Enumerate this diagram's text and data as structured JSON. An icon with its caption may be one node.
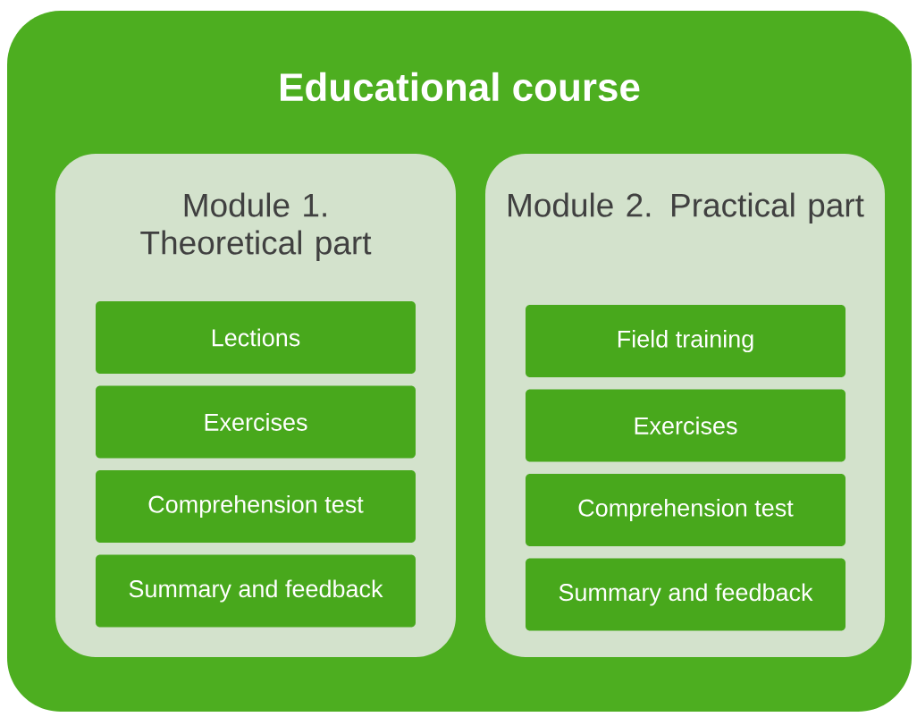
{
  "diagram": {
    "nodes": [
      {
        "text": [
          "Educational course"
        ]
      },
      {
        "text": [
          "Module 1. Theoretical part"
        ],
        "in": 0
      },
      {
        "text": [
          "Lections"
        ],
        "in": 1
      },
      {
        "text": [
          "Exercises"
        ],
        "in": 1
      },
      {
        "text": [
          "Comprehension test"
        ],
        "in": 1
      },
      {
        "text": [
          "Summary and feedback"
        ],
        "in": 1
      },
      {
        "text": [
          "Module 2. Practical part"
        ],
        "in": 0
      },
      {
        "text": [
          "Field training"
        ],
        "in": 6
      },
      {
        "text": [
          "Exercises"
        ],
        "in": 6
      },
      {
        "text": [
          "Comprehension test"
        ],
        "in": 6
      },
      {
        "text": [
          "Summary and feedback"
        ],
        "in": 6
      }
    ]
  }
}
